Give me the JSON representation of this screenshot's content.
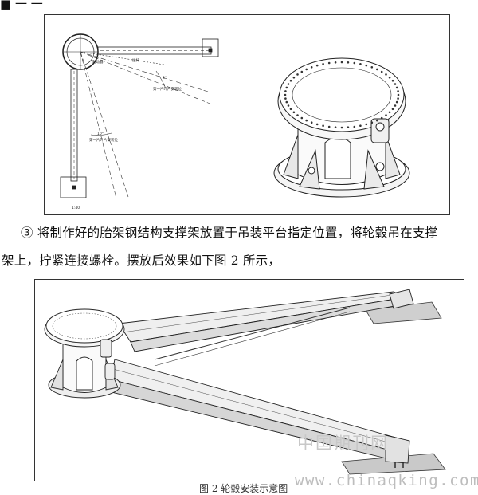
{
  "top_text": "■ 一 一",
  "figure1": {
    "label_brake": "制动器",
    "label_tie": "拉杆",
    "label_vane1": "第一片叶片安装位",
    "label_vane2": "第一片叶片安装位",
    "label_angle1": "3°",
    "label_angle2": "10°",
    "label_scale": "1:40"
  },
  "paragraph1": "③ 将制作好的胎架钢结构支撑架放置于吊装平台指定位置，将轮毂吊在支撑",
  "paragraph2": "架上，拧紧连接螺栓。摆放后效果如下图 2 所示，",
  "caption": "图 2  轮毂安装示意图",
  "watermark_cn": "中国期刊网",
  "watermark_url": "www.chinaqking.com"
}
